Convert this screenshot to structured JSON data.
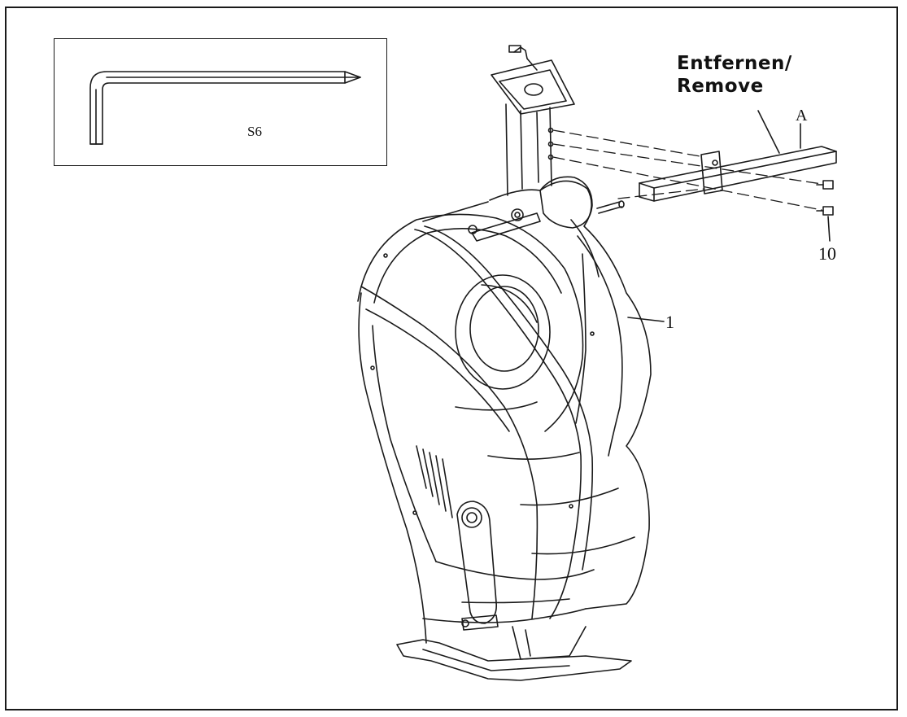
{
  "header": {
    "remove_line1": "Entfernen/",
    "remove_line2": "Remove"
  },
  "tool": {
    "label": "S6",
    "icon": "allen-key-icon"
  },
  "callouts": {
    "part_a": "A",
    "part_10": "10",
    "part_1": "1"
  },
  "colors": {
    "ink": "#1a1a1a",
    "paper": "#ffffff"
  }
}
